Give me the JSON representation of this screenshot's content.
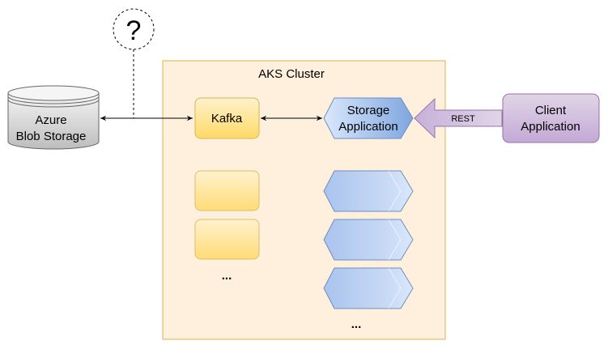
{
  "diagram": {
    "question_mark": "?",
    "cluster": {
      "label": "AKS Cluster"
    },
    "storage": {
      "line1": "Azure",
      "line2": "Blob Storage"
    },
    "kafka": {
      "label": "Kafka"
    },
    "storage_app": {
      "line1": "Storage",
      "line2": "Application"
    },
    "client": {
      "line1": "Client",
      "line2": "Application"
    },
    "rest_arrow": {
      "label": "REST"
    },
    "ellipsis_left": "...",
    "ellipsis_right": "..."
  }
}
